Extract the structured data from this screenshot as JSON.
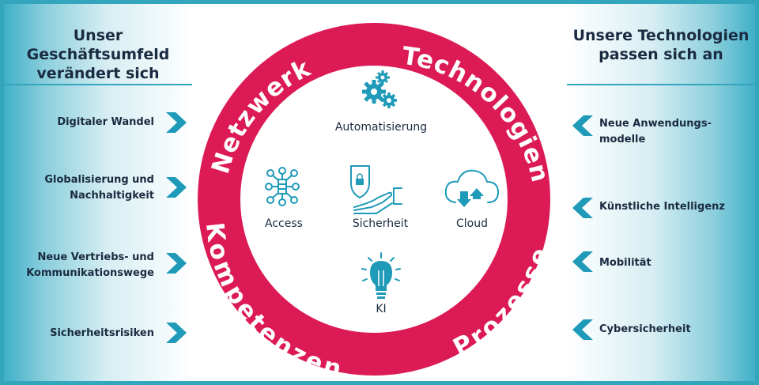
{
  "colors": {
    "ring": "#dc1a55",
    "teal": "#33a6be",
    "text": "#1a2a40",
    "icon": "#1f9ab8"
  },
  "left": {
    "heading_line1": "Unser Geschäftsumfeld",
    "heading_line2": "verändert sich",
    "items": [
      {
        "line1": "Digitaler Wandel",
        "line2": ""
      },
      {
        "line1": "Globalisierung und",
        "line2": "Nachhaltigkeit"
      },
      {
        "line1": "Neue Vertriebs- und",
        "line2": "Kommunikationswege"
      },
      {
        "line1": "Sicherheitsrisiken",
        "line2": ""
      }
    ]
  },
  "right": {
    "heading_line1": "Unsere Technologien",
    "heading_line2": "passen sich an",
    "items": [
      {
        "line1": "Neue Anwendungs-",
        "line2": "modelle"
      },
      {
        "line1": "Künstliche Intelligenz",
        "line2": ""
      },
      {
        "line1": "Mobilität",
        "line2": ""
      },
      {
        "line1": "Cybersicherheit",
        "line2": ""
      }
    ]
  },
  "ring": {
    "netzwerk": "Netzwerk",
    "technologien": "Technologien",
    "kompetenzen": "Kompetenzen",
    "prozesse": "Prozesse"
  },
  "center": {
    "automatisierung": {
      "label": "Automatisierung",
      "icon": "gears-icon"
    },
    "access": {
      "label": "Access",
      "icon": "network-hub-icon"
    },
    "sicherheit": {
      "label": "Sicherheit",
      "icon": "shield-lock-hand-icon"
    },
    "cloud": {
      "label": "Cloud",
      "icon": "cloud-sync-icon"
    },
    "ki": {
      "label": "KI",
      "icon": "lightbulb-icon"
    }
  }
}
